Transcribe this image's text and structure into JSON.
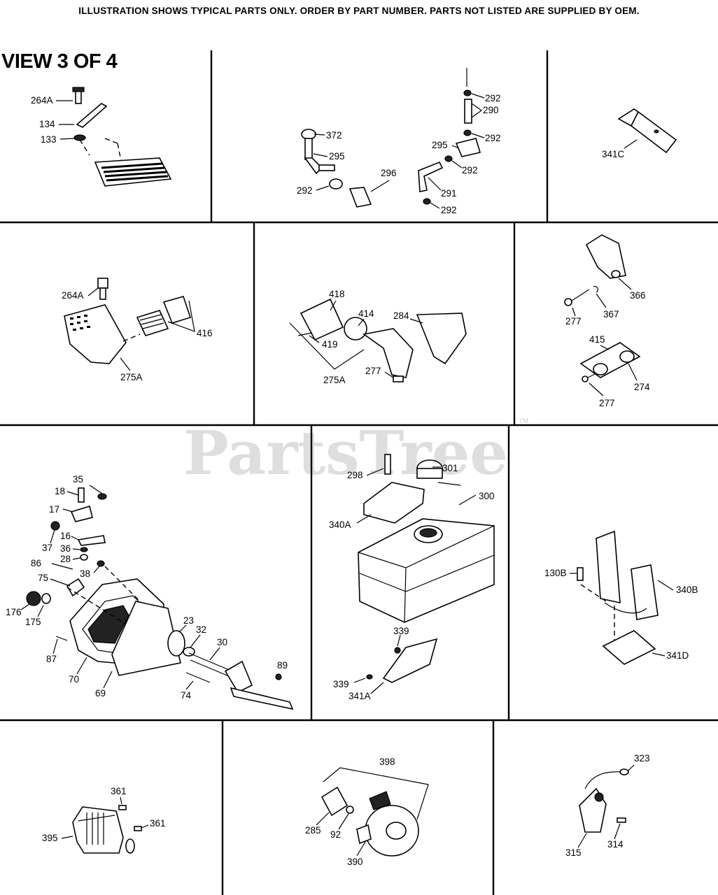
{
  "header": {
    "notice": "ILLUSTRATION SHOWS TYPICAL PARTS ONLY. ORDER BY PART NUMBER. PARTS NOT LISTED ARE SUPPLIED BY OEM.",
    "view_title": "VIEW 3 OF 4"
  },
  "watermark": {
    "text": "PartsTree",
    "tm": "TM"
  },
  "labels": {
    "p1": [
      "264A",
      "134",
      "133"
    ],
    "p2": [
      "372",
      "295",
      "292",
      "296",
      "292",
      "290",
      "292",
      "295",
      "292",
      "291",
      "292"
    ],
    "p3": [
      "341C"
    ],
    "p4": [
      "264A",
      "416",
      "275A"
    ],
    "p5": [
      "418",
      "414",
      "284",
      "419",
      "275A",
      "277"
    ],
    "p6": [
      "366",
      "277",
      "367",
      "415",
      "274",
      "277"
    ],
    "p7": [
      "35",
      "18",
      "17",
      "37",
      "16",
      "36",
      "28",
      "86",
      "38",
      "75",
      "176",
      "175",
      "87",
      "70",
      "69",
      "23",
      "32",
      "30",
      "74",
      "89"
    ],
    "p8": [
      "298",
      "301",
      "300",
      "340A",
      "339",
      "339",
      "341A"
    ],
    "p9": [
      "130B",
      "340B",
      "341D"
    ],
    "p10": [
      "361",
      "361",
      "395"
    ],
    "p11": [
      "398",
      "285",
      "92",
      "390"
    ],
    "p12": [
      "323",
      "315",
      "314"
    ]
  }
}
